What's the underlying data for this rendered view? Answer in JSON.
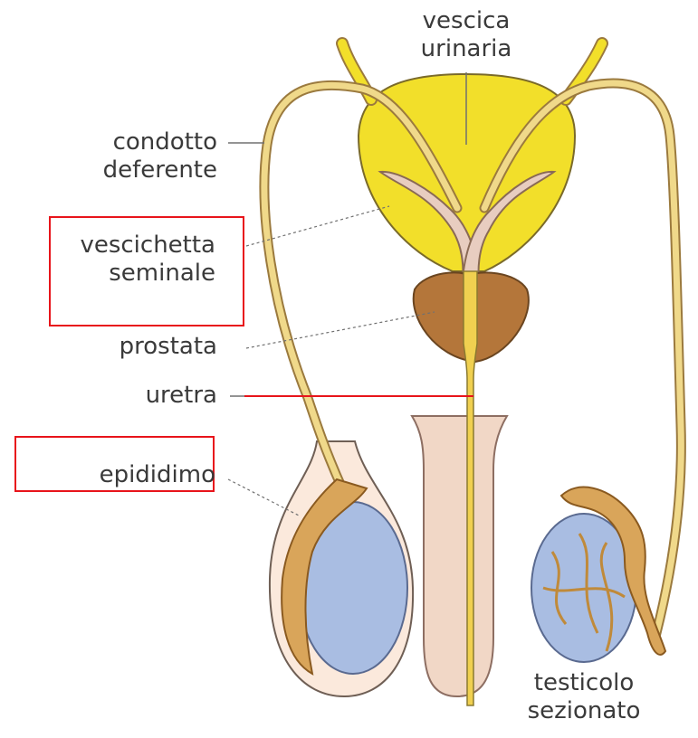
{
  "labels": {
    "vescica_urinaria": [
      "vescica",
      "urinaria"
    ],
    "condotto_deferente": [
      "condotto",
      "deferente"
    ],
    "vescichetta_seminale": [
      "vescichetta",
      "seminale"
    ],
    "prostata": "prostata",
    "uretra": "uretra",
    "epididimo": "epididimo",
    "testicolo_sezionato": [
      "testicolo",
      "sezionato"
    ]
  },
  "highlight_boxes": [
    "vescichetta seminale",
    "epididimo"
  ],
  "colors": {
    "bladder": "#f2df2a",
    "vesicle": "#e8cdc0",
    "prostate": "#b4763a",
    "tube": "#f0d98a",
    "tube_outline": "#9b7a3e",
    "testis": "#a9bde2",
    "epididymis": "#d9a55a",
    "penis": "#f1d7c6",
    "scrotum": "#fbe9dc",
    "highlight": "#e8141b",
    "leader": "#707070"
  }
}
